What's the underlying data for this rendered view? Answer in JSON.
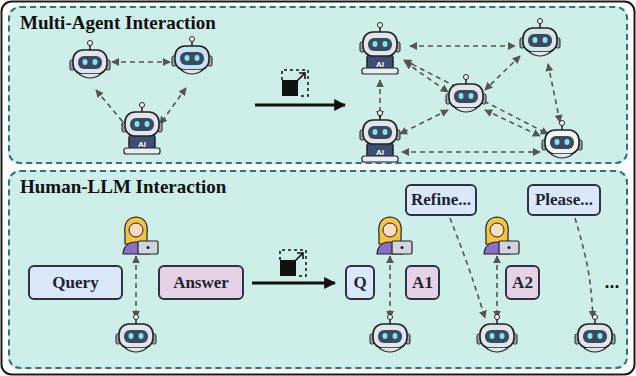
{
  "diagram": {
    "nodes": [
      {
        "text": [
          "Multi-Agent Interaction"
        ]
      },
      {
        "text": [
          "Human-LLM Interaction"
        ]
      },
      {
        "text": [
          "Query"
        ],
        "in": 1
      },
      {
        "text": [
          "Answer"
        ],
        "in": 1
      },
      {
        "text": [
          "Q"
        ],
        "in": 1
      },
      {
        "text": [
          "A1"
        ],
        "in": 1
      },
      {
        "text": [
          "Refine..."
        ],
        "in": 1
      },
      {
        "text": [
          "A2"
        ],
        "in": 1
      },
      {
        "text": [
          "Please..."
        ],
        "in": 1
      }
    ],
    "labels": [
      "AI",
      "AI",
      "AI",
      "..."
    ]
  }
}
